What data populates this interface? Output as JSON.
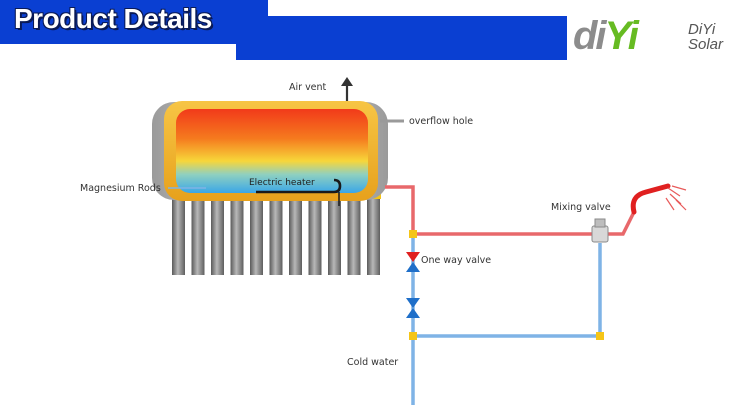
{
  "header": {
    "title": "Product Details",
    "logo": {
      "word_left": "di",
      "word_accent": "Yi",
      "brand_line1": "DiYi",
      "brand_line2": "Solar"
    }
  },
  "diagram": {
    "labels": {
      "air_vent": "Air vent",
      "overflow_hole": "overflow hole",
      "magnesium_rods": "Magnesium Rods",
      "electric_heater": "Electric heater",
      "mixing_valve": "Mixing valve",
      "one_way_valve": "One way valve",
      "cold_water": "Cold water"
    },
    "tube_count": 11
  },
  "colors": {
    "header_blue": "#0a3fd2",
    "hot_pipe": "#e8686b",
    "cold_pipe": "#7fb3e6",
    "fitting": "#f5c518",
    "valve_red": "#e02020",
    "valve_blue": "#1f6fc9",
    "tank_frame": "#f0b42e"
  }
}
